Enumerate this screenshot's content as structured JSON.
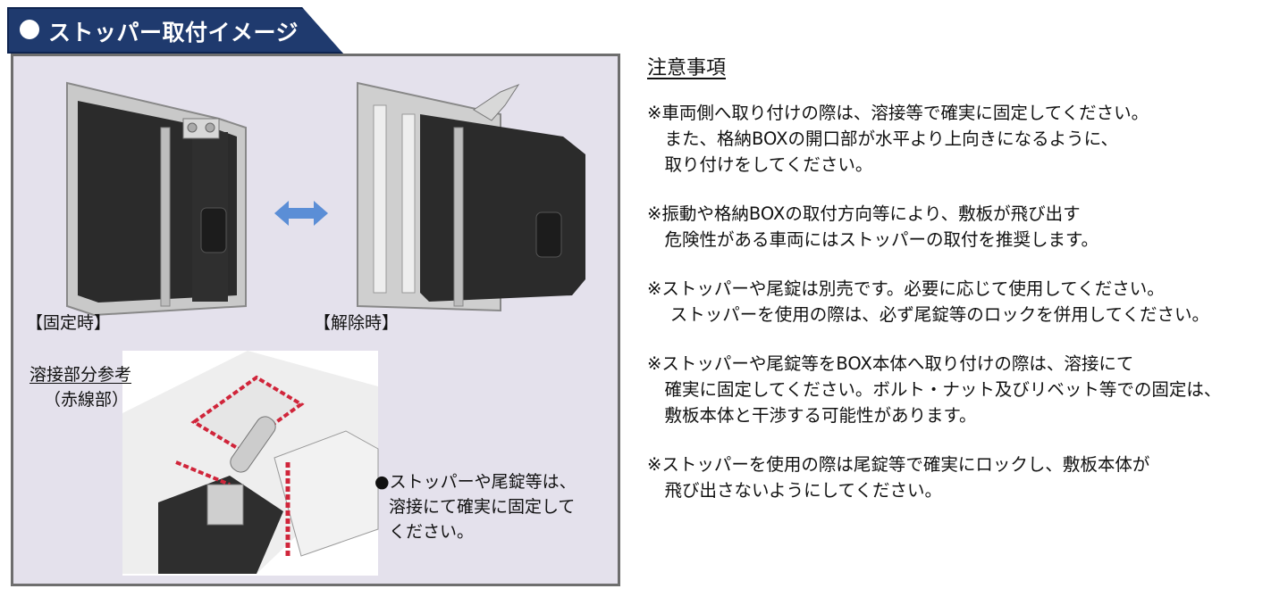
{
  "header": {
    "title": "ストッパー取付イメージ"
  },
  "illustration": {
    "fixed_label": "【固定時】",
    "released_label": "【解除時】",
    "weld_title": "溶接部分参考",
    "weld_subtitle": "（赤線部）",
    "callout_lines": [
      "●ストッパーや尾錠等は、",
      "溶接にて確実に固定して",
      "ください。"
    ]
  },
  "notes": {
    "title": "注意事項",
    "items": [
      {
        "lines": [
          "※車両側へ取り付けの際は、溶接等で確実に固定してください。",
          "　また、格納BOXの開口部が水平より上向きになるように、",
          "　取り付けをしてください。"
        ]
      },
      {
        "lines": [
          "※振動や格納BOXの取付方向等により、敷板が飛び出す",
          "　危険性がある車両にはストッパーの取付を推奨します。"
        ]
      },
      {
        "lines": [
          "※ストッパーや尾錠は別売です。必要に応じて使用してください。",
          "　 ストッパーを使用の際は、必ず尾錠等のロックを併用してください。"
        ]
      },
      {
        "lines": [
          "※ストッパーや尾錠等をBOX本体へ取り付けの際は、溶接にて",
          "　確実に固定してください。ボルト・ナット及びリベット等での固定は、",
          "　敷板本体と干渉する可能性があります。"
        ]
      },
      {
        "lines": [
          "※ストッパーを使用の際は尾錠等で確実にロックし、敷板本体が",
          "　飛び出さないようにしてください。"
        ]
      }
    ]
  },
  "colors": {
    "header_bg": "#1f3a6e",
    "panel_bg": "#e4e1ec",
    "arrow": "#5b8ed6",
    "weld_line": "#d0253a"
  }
}
